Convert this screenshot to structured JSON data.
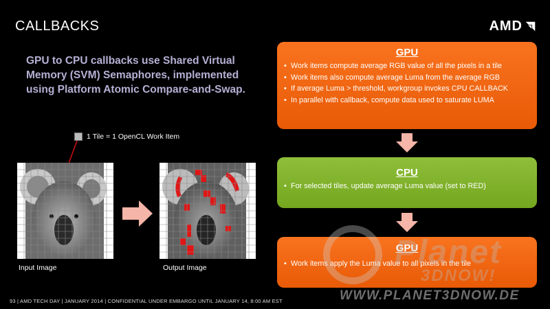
{
  "slide": {
    "title": "CALLBACKS",
    "logo": "AMD",
    "lead": "GPU to CPU callbacks use Shared Virtual Memory (SVM) Semaphores, implemented using Platform Atomic Compare-and-Swap.",
    "tile_note": "1 Tile  =  1 OpenCL Work Item",
    "input_caption": "Input Image",
    "output_caption": "Output Image",
    "boxes": [
      {
        "title": "GPU",
        "color": "#f26a10",
        "bullets": [
          "Work items compute average RGB value of all the pixels in a tile",
          "Work items also compute average Luma from the average RGB",
          "If average Luma > threshold, workgroup invokes CPU CALLBACK",
          "In parallel with callback, compute data used to saturate LUMA"
        ]
      },
      {
        "title": "CPU",
        "color": "#85b62c",
        "bullets": [
          "For selected tiles, update average Luma value  (set to RED)"
        ]
      },
      {
        "title": "GPU",
        "color": "#f26a10",
        "bullets": [
          "Work items apply the Luma value to all pixels in the tile"
        ]
      }
    ],
    "footer": "93  |  AMD TECH DAY  |  JANUARY 2014  |  CONFIDENTIAL UNDER EMBARGO UNTIL JANUARY 14, 8:00 AM EST",
    "watermark": {
      "brand": "Planet",
      "sub": "3DNOW!",
      "url": "WWW.PLANET3DNOW.DE"
    },
    "arrow_color": "#f5b5a8"
  }
}
